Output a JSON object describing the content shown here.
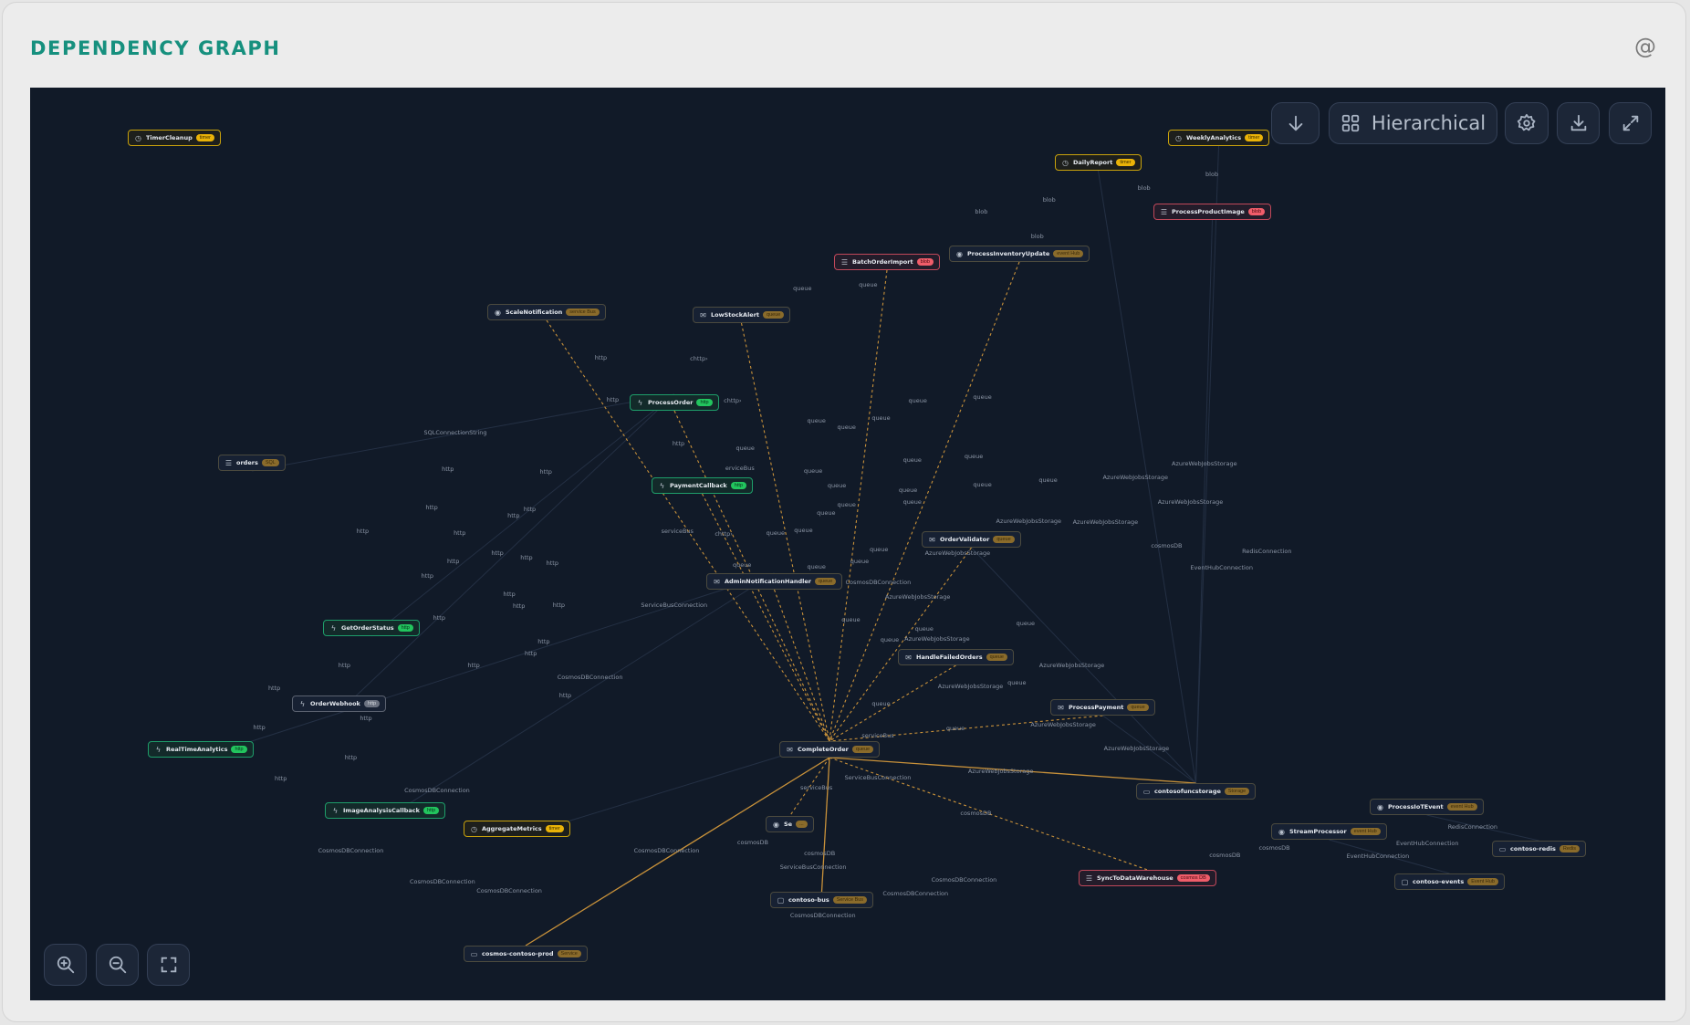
{
  "header": {
    "title": "DEPENDENCY GRAPH",
    "mention_icon": "at-icon"
  },
  "toolbar": {
    "direction_icon": "arrow-down-icon",
    "layout_label": "Hierarchical",
    "layout_icon": "grid-icon",
    "settings_icon": "gear-icon",
    "download_icon": "download-icon",
    "fullscreen_icon": "expand-icon"
  },
  "zoom_controls": {
    "zoom_in_icon": "zoom-in-icon",
    "zoom_out_icon": "zoom-out-icon",
    "fit_icon": "fit-view-icon"
  },
  "colors": {
    "http": "#22c55e",
    "timer": "#eab308",
    "blob": "#f05d6a",
    "queue": "#8a6b2b",
    "edge": "#c8913a",
    "accent": "#16907e",
    "canvas": "#111a28"
  },
  "nodes": [
    {
      "label": "TimerCleanup",
      "badge": "timer",
      "kind": "timer",
      "icon": "clock"
    },
    {
      "label": "WeeklyAnalytics",
      "badge": "timer",
      "kind": "timer",
      "icon": "clock"
    },
    {
      "label": "DailyReport",
      "badge": "timer",
      "kind": "timer",
      "icon": "clock"
    },
    {
      "label": "ProcessProductImage",
      "badge": "blob",
      "kind": "red",
      "icon": "database"
    },
    {
      "label": "BatchOrderImport",
      "badge": "blob",
      "kind": "red",
      "icon": "database"
    },
    {
      "label": "ProcessInventoryUpdate",
      "badge": "event Hub",
      "kind": "amber",
      "icon": "broadcast"
    },
    {
      "label": "ScaleNotification",
      "badge": "service Bus",
      "kind": "amber",
      "icon": "broadcast"
    },
    {
      "label": "LowStockAlert",
      "badge": "queue",
      "kind": "amber",
      "icon": "envelope"
    },
    {
      "label": "ProcessOrder",
      "badge": "http",
      "kind": "http",
      "icon": "bolt"
    },
    {
      "label": "orders",
      "badge": "SQL",
      "kind": "amber",
      "icon": "database"
    },
    {
      "label": "PaymentCallback",
      "badge": "http",
      "kind": "http",
      "icon": "bolt"
    },
    {
      "label": "OrderValidator",
      "badge": "queue",
      "kind": "amber",
      "icon": "envelope"
    },
    {
      "label": "AdminNotificationHandler",
      "badge": "queue",
      "kind": "amber",
      "icon": "envelope"
    },
    {
      "label": "GetOrderStatus",
      "badge": "http",
      "kind": "http",
      "icon": "bolt"
    },
    {
      "label": "HandleFailedOrders",
      "badge": "queue",
      "kind": "amber",
      "icon": "envelope"
    },
    {
      "label": "OrderWebhook",
      "badge": "http",
      "kind": "gray",
      "icon": "bolt"
    },
    {
      "label": "ProcessPayment",
      "badge": "queue",
      "kind": "amber",
      "icon": "envelope"
    },
    {
      "label": "RealTimeAnalytics",
      "badge": "http",
      "kind": "http",
      "icon": "bolt"
    },
    {
      "label": "CompleteOrder",
      "badge": "queue",
      "kind": "amber",
      "icon": "envelope"
    },
    {
      "label": "contosofuncstorage",
      "badge": "Storage",
      "kind": "amber",
      "icon": "box"
    },
    {
      "label": "ProcessIoTEvent",
      "badge": "event Hub",
      "kind": "amber",
      "icon": "broadcast"
    },
    {
      "label": "ImageAnalysisCallback",
      "badge": "http",
      "kind": "http",
      "icon": "bolt"
    },
    {
      "label": "Se",
      "badge": "...",
      "kind": "amber",
      "icon": "broadcast"
    },
    {
      "label": "AggregateMetrics",
      "badge": "timer",
      "kind": "timer",
      "icon": "clock"
    },
    {
      "label": "StreamProcessor",
      "badge": "event Hub",
      "kind": "amber",
      "icon": "broadcast"
    },
    {
      "label": "contoso-redis",
      "badge": "Redis",
      "kind": "amber",
      "icon": "box"
    },
    {
      "label": "SyncToDataWarehouse",
      "badge": "cosmos DB",
      "kind": "red",
      "icon": "database"
    },
    {
      "label": "contoso-events",
      "badge": "Event Hub",
      "kind": "amber",
      "icon": "chat"
    },
    {
      "label": "contoso-bus",
      "badge": "Service Bus",
      "kind": "amber",
      "icon": "chat"
    },
    {
      "label": "cosmos-contoso-prod",
      "badge": "Service",
      "kind": "amber",
      "icon": "box"
    }
  ],
  "edges": [
    {
      "from": "ScaleNotification",
      "to": "CompleteOrder",
      "style": "dashed"
    },
    {
      "from": "LowStockAlert",
      "to": "CompleteOrder",
      "style": "dashed"
    },
    {
      "from": "BatchOrderImport",
      "to": "CompleteOrder",
      "style": "dashed"
    },
    {
      "from": "ProcessInventoryUpdate",
      "to": "CompleteOrder",
      "style": "dashed"
    },
    {
      "from": "ProcessOrder",
      "to": "CompleteOrder",
      "style": "dashed"
    },
    {
      "from": "PaymentCallback",
      "to": "CompleteOrder",
      "style": "dashed"
    },
    {
      "from": "AdminNotificationHandler",
      "to": "CompleteOrder",
      "style": "dashed"
    },
    {
      "from": "OrderValidator",
      "to": "CompleteOrder",
      "style": "dashed"
    },
    {
      "from": "HandleFailedOrders",
      "to": "CompleteOrder",
      "style": "dashed"
    },
    {
      "from": "ProcessPayment",
      "to": "CompleteOrder",
      "style": "dashed"
    },
    {
      "from": "CompleteOrder",
      "to": "Se",
      "style": "dashed"
    },
    {
      "from": "CompleteOrder",
      "to": "SyncToDataWarehouse",
      "style": "dashed"
    },
    {
      "from": "CompleteOrder",
      "to": "contoso-bus",
      "style": "solid"
    },
    {
      "from": "CompleteOrder",
      "to": "contosofuncstorage",
      "style": "solid"
    },
    {
      "from": "CompleteOrder",
      "to": "cosmos-contoso-prod",
      "style": "solid"
    }
  ],
  "edge_labels": [
    "http",
    "chttp›",
    "http",
    "chttp›",
    "SQLConnectionString",
    "http",
    "queue",
    "queue",
    "blob",
    "blob",
    "blob",
    "blob",
    "blob",
    "queue",
    "queue",
    "queue",
    "queue",
    "queue",
    "queue",
    "queue",
    "queue",
    "queue",
    "queue",
    "queue",
    "queue",
    "queue",
    "queue",
    "queue",
    "queue",
    "http",
    "http",
    "http",
    "http",
    "http",
    "http",
    "http",
    "http",
    "http",
    "http",
    "http",
    "http",
    "http",
    "http",
    "http",
    "http",
    "http",
    "http",
    "http",
    "http",
    "http",
    "http",
    "http",
    "http",
    "http",
    "http",
    "serviceBus",
    "chttp›",
    "queue",
    "queue",
    "erviceBus",
    "ServiceBusConnection",
    "queue",
    "queue",
    "queue",
    "queue",
    "CosmosDBConnection",
    "AzureWebJobsStorage",
    "queue",
    "queue",
    "queue",
    "AzureWebJobsStorage",
    "queue",
    "AzureWebJobsStorage",
    "AzureWebJobsStorage",
    "AzureWebJobsStorage",
    "AzureWebJobsStorage",
    "AzureWebJobsStorage",
    "AzureWebJobsStorage",
    "cosmosDB",
    "RedisConnection",
    "EventHubConnection",
    "AzureWebJobsStorage",
    "AzureWebJobsStorage",
    "queue",
    "queue",
    "queue",
    "AzureWebJobsStorage",
    "serviceBus",
    "AzureWebJobsStorage",
    "AzureWebJobsStorage",
    "ServiceBusConnection",
    "serviceBus",
    "cosmosDB",
    "CosmosDBConnection",
    "CosmosDBConnection",
    "CosmosDBConnection",
    "CosmosDBConnection",
    "cosmosDB",
    "cosmosDB",
    "ServiceBusConnection",
    "CosmosDBConnection",
    "CosmosDBConnection",
    "CosmosDBConnection",
    "CosmosDBConnection",
    "CosmosDBConnection",
    "cosmosDB",
    "cosmosDB",
    "EventHubConnection",
    "EventHubConnection",
    "RedisConnection"
  ]
}
